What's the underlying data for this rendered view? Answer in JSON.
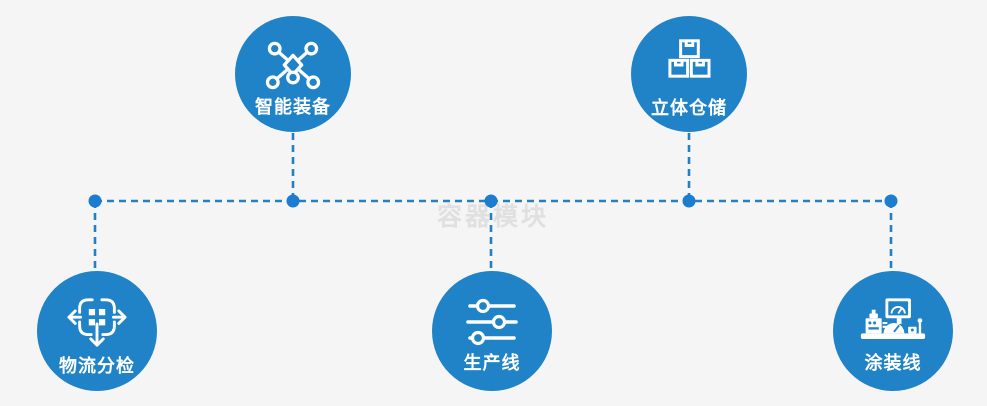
{
  "watermark": "容器模块",
  "colors": {
    "background": "#f5f5f5",
    "circle_blue": "#2183c7",
    "connector_blue": "#2180c8",
    "dot_blue": "#1c7cd0",
    "label_white": "#ffffff",
    "watermark_gray": "#e0e0e0"
  },
  "nodes": [
    {
      "label": "智能装备",
      "icon": "network-nodes-icon",
      "row": "top"
    },
    {
      "label": "立体仓储",
      "icon": "stacked-boxes-icon",
      "row": "top"
    },
    {
      "label": "物流分检",
      "icon": "distribute-arrows-icon",
      "row": "bottom"
    },
    {
      "label": "生产线",
      "icon": "sliders-icon",
      "row": "bottom"
    },
    {
      "label": "涂装线",
      "icon": "control-console-icon",
      "row": "bottom"
    }
  ]
}
